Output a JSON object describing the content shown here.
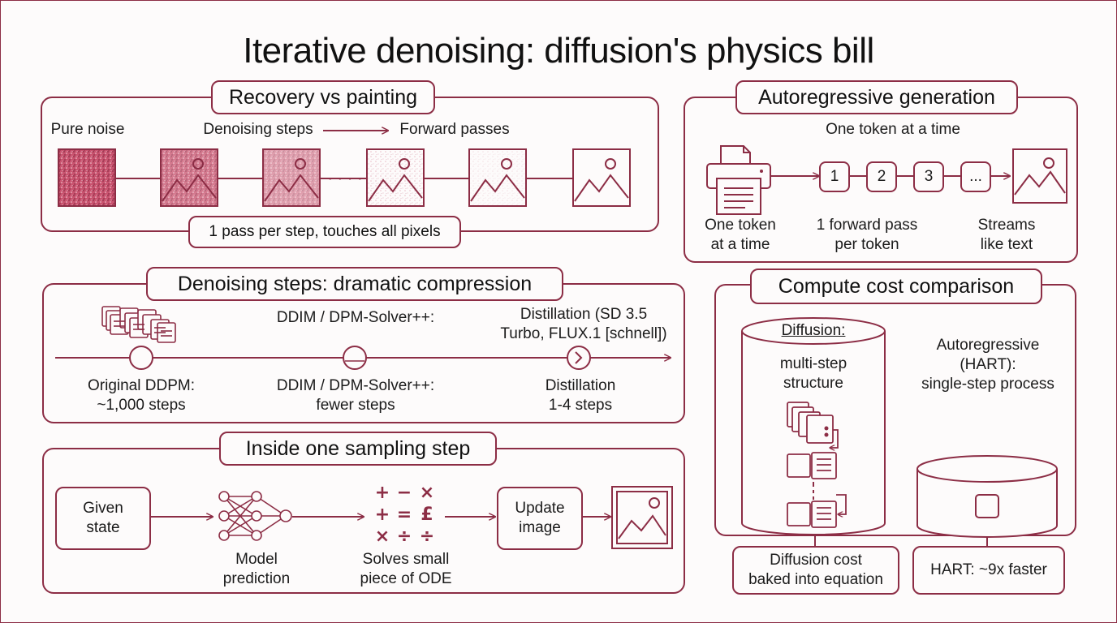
{
  "title": "Iterative denoising: diffusion's physics bill",
  "colors": {
    "accent": "#8c2d45",
    "accent_light": "#e7b6c3",
    "background": "#fdfbfb",
    "text": "#1b1b1b"
  },
  "recovery": {
    "title": "Recovery vs painting",
    "pure_noise": "Pure noise",
    "denoising_steps": "Denoising steps",
    "forward_passes": "Forward passes",
    "footer": "1 pass per step, touches all pixels",
    "frame_noise_levels": [
      1.0,
      0.7,
      0.5,
      0.35,
      0.15,
      0.0
    ]
  },
  "autoregressive": {
    "title": "Autoregressive generation",
    "subtitle": "One token at a time",
    "tokens": [
      "1",
      "2",
      "3",
      "..."
    ],
    "printer_caption": [
      "One token",
      "at a time"
    ],
    "pass_caption": [
      "1 forward pass",
      "per token"
    ],
    "stream_caption": [
      "Streams",
      "like text"
    ]
  },
  "compression": {
    "title": "Denoising steps: dramatic compression",
    "top_mid": "DDIM / DPM-Solver++:",
    "top_right": [
      "Distillation (SD 3.5",
      "Turbo, FLUX.1 [schnell])"
    ],
    "markers": [
      {
        "label": [
          "Original DDPM:",
          "~1,000 steps"
        ]
      },
      {
        "label": [
          "DDIM / DPM-Solver++:",
          "fewer steps"
        ]
      },
      {
        "label": [
          "Distillation",
          "1-4 steps"
        ]
      }
    ]
  },
  "sampling": {
    "title": "Inside one sampling step",
    "given": [
      "Given",
      "state"
    ],
    "model": [
      "Model",
      "prediction"
    ],
    "solves": [
      "Solves small",
      "piece of ODE"
    ],
    "update": [
      "Update",
      "image"
    ]
  },
  "compute": {
    "title": "Compute cost comparison",
    "diffusion_label": "Diffusion:",
    "diffusion_desc": [
      "multi-step",
      "structure"
    ],
    "ar_label": [
      "Autoregressive",
      "(HART):",
      "single-step process"
    ],
    "diffusion_footer": [
      "Diffusion cost",
      "baked into equation"
    ],
    "hart_footer": "HART: ~9x faster"
  }
}
